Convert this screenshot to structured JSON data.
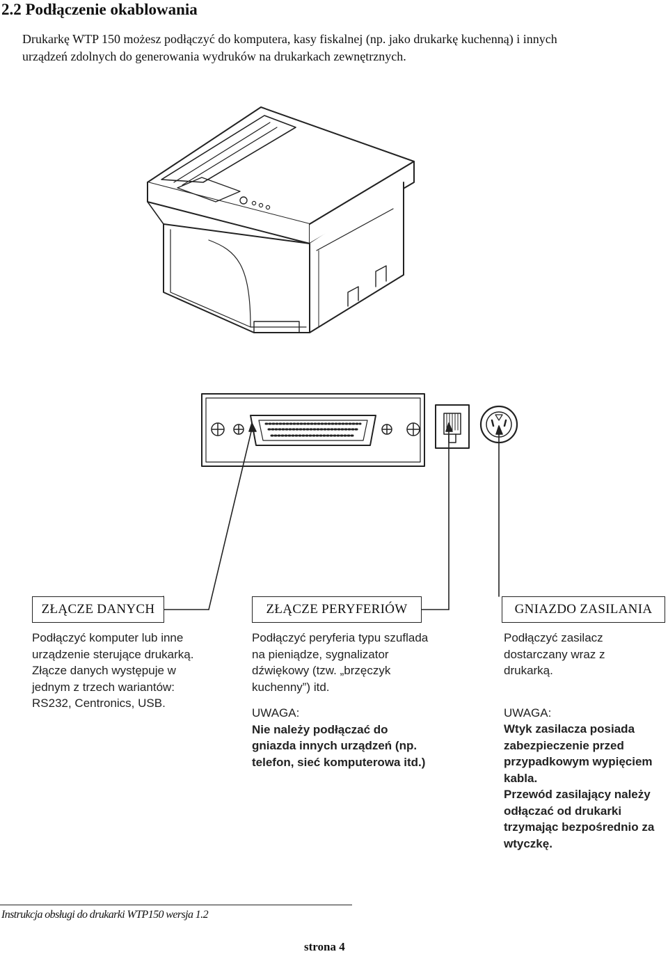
{
  "heading": "2.2 Podłączenie okablowania",
  "intro": [
    "Drukarkę WTP 150 możesz podłączyć do komputera, kasy fiskalnej (np. jako drukarkę kuchenną) i innych",
    "urządzeń zdolnych do generowania wydruków na drukarkach zewnętrznych."
  ],
  "sections": {
    "data": {
      "label": "ZŁĄCZE DANYCH",
      "lines": [
        "Podłączyć komputer lub inne",
        "urządzenie sterujące drukarką.",
        "Złącze danych występuje w",
        "jednym z trzech wariantów:",
        "RS232, Centronics, USB."
      ]
    },
    "peripheral": {
      "label": "ZŁĄCZE PERYFERIÓW",
      "lines": [
        "Podłączyć peryferia typu szuflada",
        "na pieniądze, sygnalizator",
        "dźwiękowy (tzw. „brzęczyk",
        "kuchenny”) itd."
      ],
      "warning_title": "UWAGA:",
      "warning_lines": [
        "Nie należy podłączać do",
        "gniazda innych urządzeń (np.",
        "telefon, sieć komputerowa itd.)"
      ]
    },
    "power": {
      "label": "GNIAZDO ZASILANIA",
      "lines": [
        "Podłączyć zasilacz",
        "dostarczany wraz z",
        "drukarką."
      ],
      "warning_title": "UWAGA:",
      "warning_lines": [
        "Wtyk zasilacza posiada",
        "zabezpieczenie przed",
        "przypadkowym wypięciem",
        "kabla.",
        "Przewód zasilający należy",
        "odłączać od drukarki",
        "trzymając bezpośrednio za",
        "wtyczkę."
      ]
    }
  },
  "footer": {
    "manual": "Instrukcja obsługi do drukarki WTP150 wersja 1.2",
    "page": "strona 4"
  }
}
